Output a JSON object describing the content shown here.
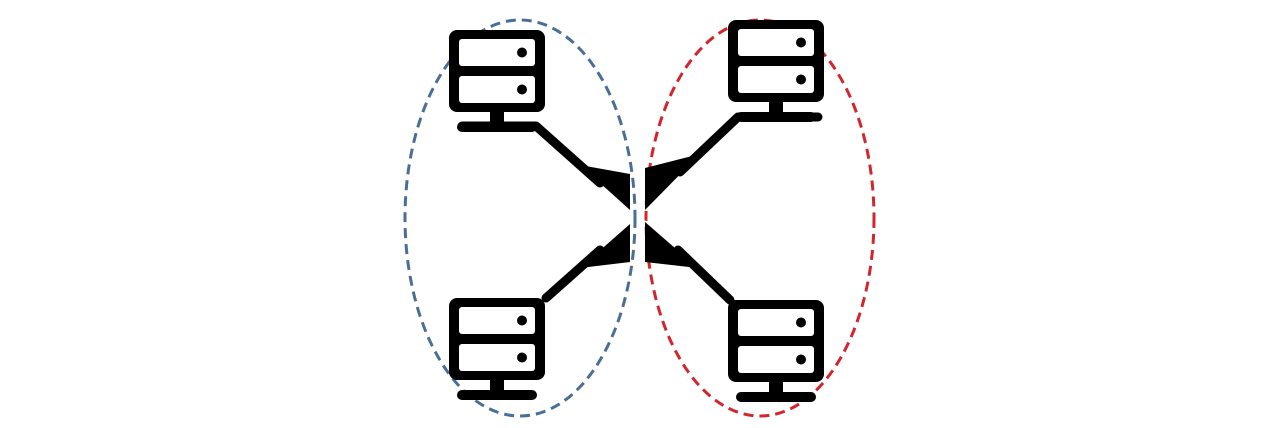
{
  "diagram": {
    "background": "#ffffff",
    "colors": {
      "icon": "#000000",
      "group_left": "#4a6f96",
      "group_right": "#d0262c"
    },
    "groups": [
      {
        "id": "left-group",
        "color_key": "group_left",
        "servers": [
          "server-top-left",
          "server-bottom-left"
        ]
      },
      {
        "id": "right-group",
        "color_key": "group_right",
        "servers": [
          "server-top-right",
          "server-bottom-right"
        ]
      }
    ],
    "nodes": [
      {
        "id": "server-top-left",
        "icon": "server-icon"
      },
      {
        "id": "server-bottom-left",
        "icon": "server-icon"
      },
      {
        "id": "server-top-right",
        "icon": "server-icon"
      },
      {
        "id": "server-bottom-right",
        "icon": "server-icon"
      }
    ],
    "edges": [
      {
        "from": "server-top-left",
        "to": "center",
        "arrow": "arrowhead-at-center"
      },
      {
        "from": "server-bottom-left",
        "to": "center",
        "arrow": "arrowhead-at-center"
      },
      {
        "from": "server-top-right",
        "to": "center",
        "arrow": "arrowhead-at-center"
      },
      {
        "from": "server-bottom-right",
        "to": "center",
        "arrow": "arrowhead-at-center"
      }
    ]
  }
}
